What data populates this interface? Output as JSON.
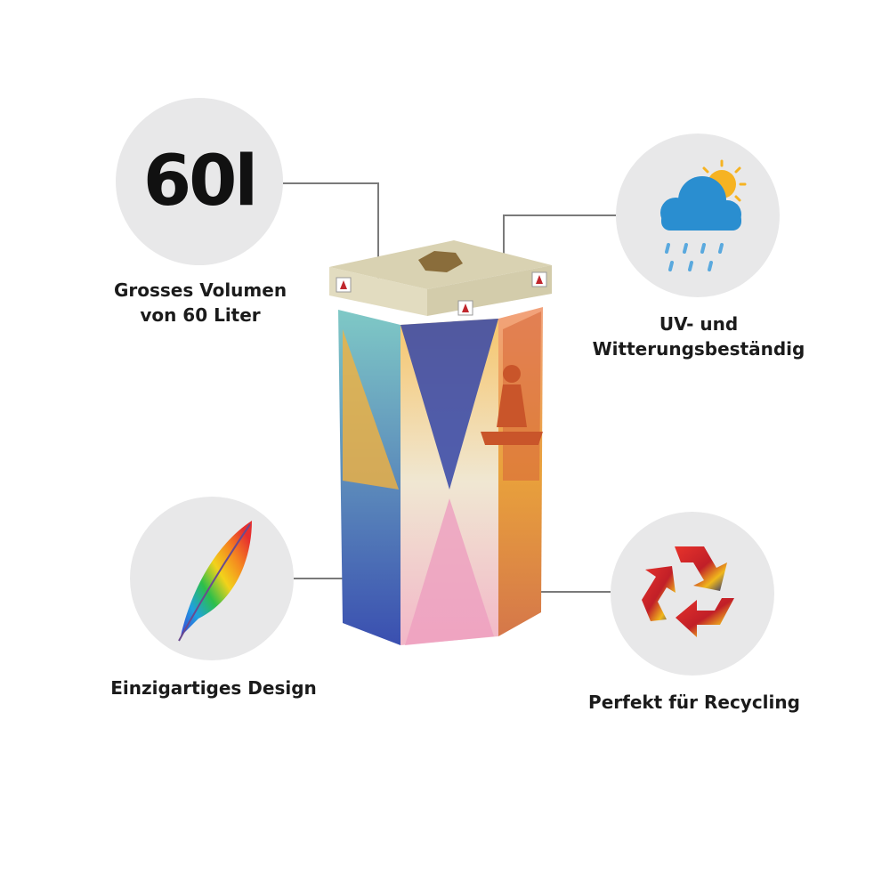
{
  "features": {
    "volume": {
      "badge": "60l",
      "caption_line1": "Grosses Volumen",
      "caption_line2": "von 60 Liter"
    },
    "weather": {
      "icon": "weather-icon",
      "caption_line1": "UV- und",
      "caption_line2": "Witterungsbeständig"
    },
    "design": {
      "icon": "feather-icon",
      "caption": "Einzigartiges Design"
    },
    "recycling": {
      "icon": "recycling-icon",
      "caption": "Perfekt für Recycling"
    }
  },
  "colors": {
    "circle_bg": "#e8e8e9",
    "cloud": "#2a8ed0",
    "sun": "#f6b322",
    "lid": "#e2dcc0"
  }
}
